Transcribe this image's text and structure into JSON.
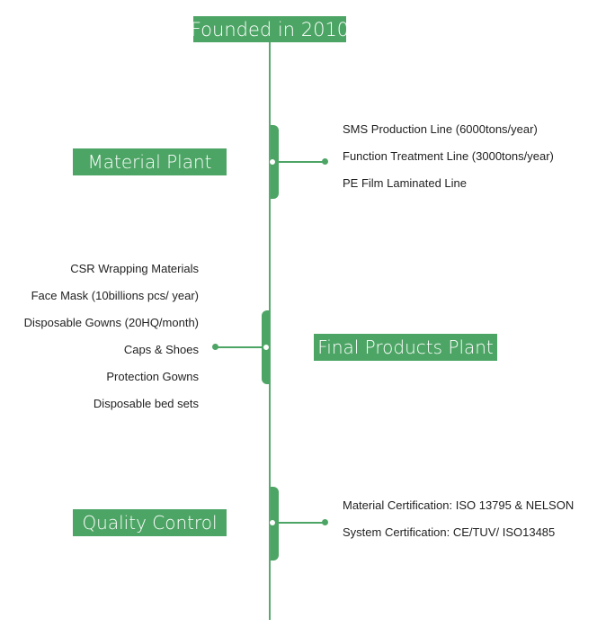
{
  "title": "Founded in 2010",
  "sections": {
    "material_plant": {
      "label": "Material Plant",
      "items": [
        "SMS Production Line (6000tons/year)",
        "Function Treatment Line (3000tons/year)",
        "PE Film Laminated Line"
      ]
    },
    "final_products_plant": {
      "label": "Final Products Plant",
      "items": [
        "CSR Wrapping Materials",
        "Face Mask (10billions pcs/ year)",
        "Disposable Gowns (20HQ/month)",
        "Caps & Shoes",
        "Protection Gowns",
        "Disposable bed sets"
      ]
    },
    "quality_control": {
      "label": "Quality Control",
      "items": [
        "Material Certification: ISO 13795 & NELSON",
        "System Certification: CE/TUV/ ISO13485"
      ]
    }
  },
  "colors": {
    "accent": "#4da565",
    "line": "#5aaa6f",
    "text": "#222222"
  }
}
